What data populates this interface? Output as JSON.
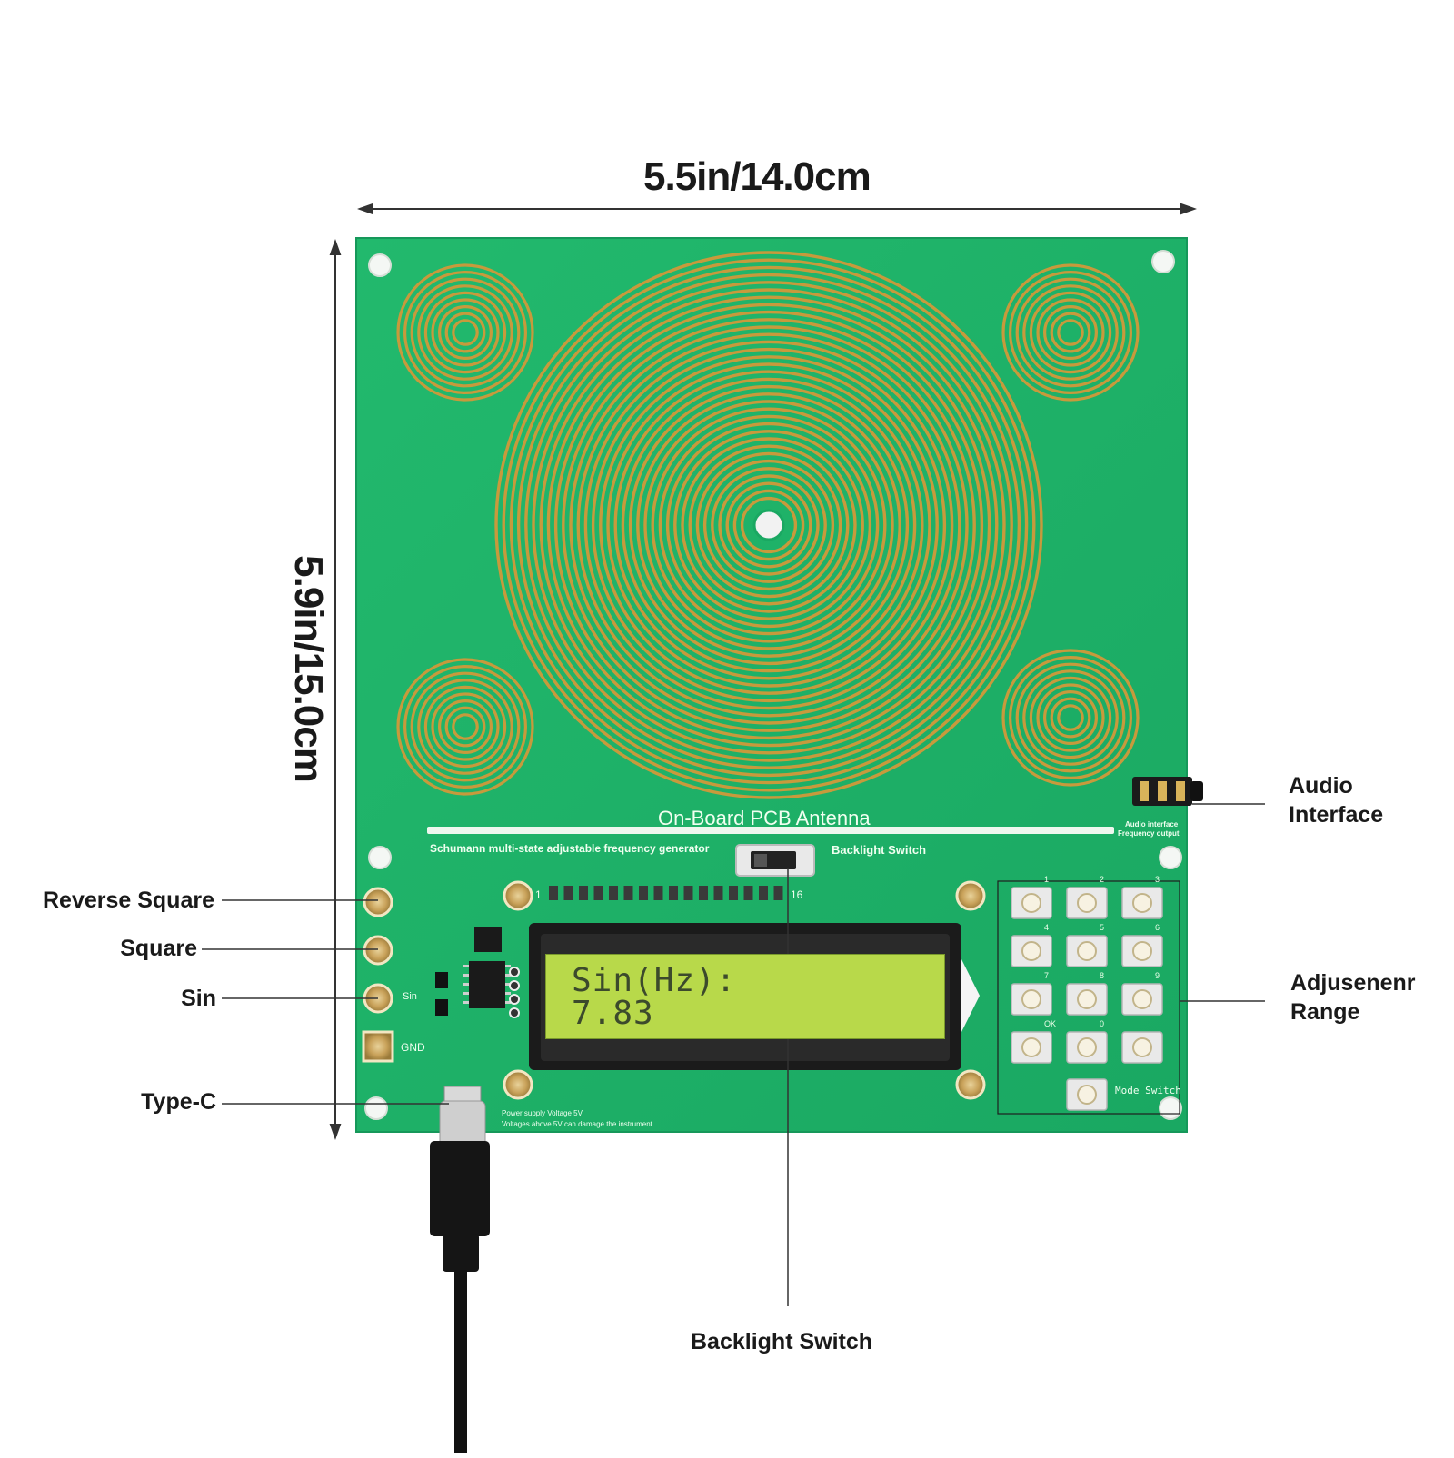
{
  "dimensions": {
    "width_label": "5.5in/14.0cm",
    "height_label": "5.9in/15.0cm"
  },
  "callouts": {
    "reverse_square": "Reverse Square",
    "square": "Square",
    "sin": "Sin",
    "type_c": "Type-C",
    "audio_interface_line1": "Audio",
    "audio_interface_line2": "Interface",
    "adjust_range_line1": "Adjusenenr",
    "adjust_range_line2": "Range",
    "backlight_switch": "Backlight Switch"
  },
  "pcb": {
    "antenna_label": "On-Board PCB Antenna",
    "generator_label": "Schumann multi-state adjustable frequency generator",
    "backlight_label": "Backlight Switch",
    "gnd_label": "GND",
    "sin_label": "Sin",
    "mode_switch_label": "Mode Switch",
    "power_label_line1": "Power supply Voltage 5V",
    "power_label_line2": "Voltages above 5V can damage the instrument",
    "audio_label_line1": "Audio interface",
    "audio_label_line2": "Frequency output",
    "pin_first": "1",
    "pin_last": "16",
    "keypad_numbers": [
      "1",
      "2",
      "3",
      "4",
      "5",
      "6",
      "7",
      "8",
      "9",
      "OK",
      "0",
      ""
    ]
  },
  "lcd": {
    "line1": "Sin(Hz):",
    "line2": "7.83"
  },
  "colors": {
    "pcb_green": "#1fb36a",
    "copper": "#c79a3c",
    "lcd_green": "#b8d94a"
  }
}
